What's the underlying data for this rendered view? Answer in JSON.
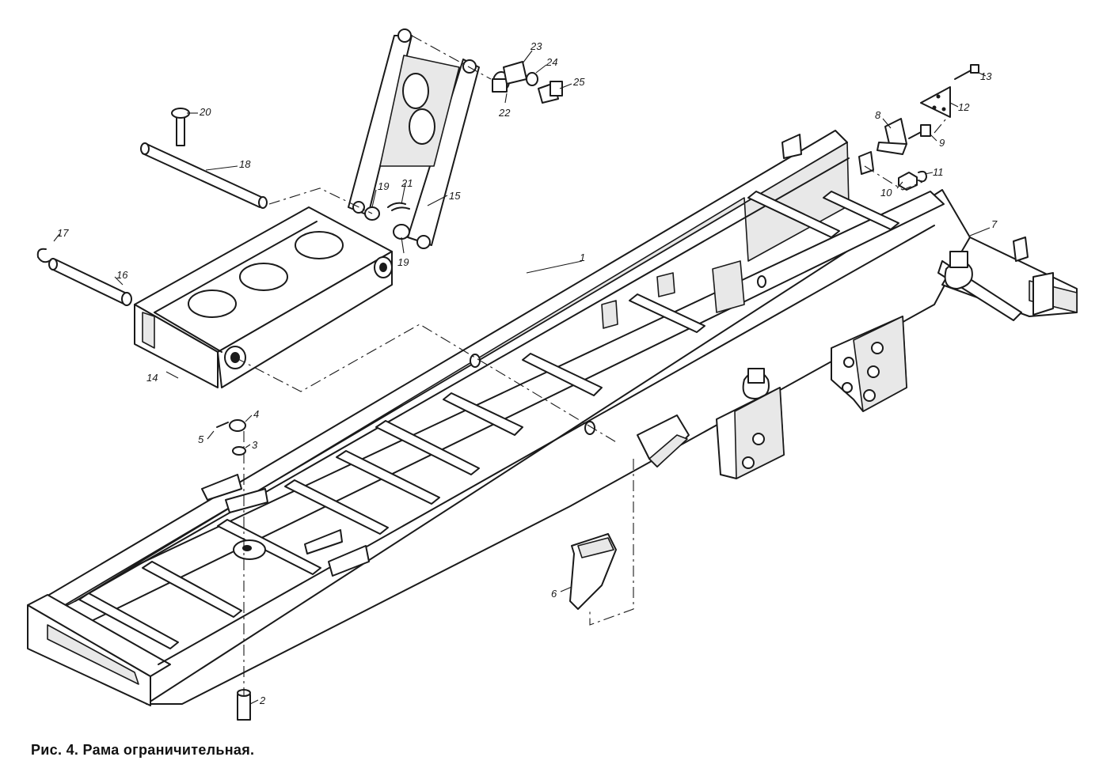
{
  "caption": "Рис. 4. Рама ограничительная.",
  "part_labels": {
    "p1": "1",
    "p2": "2",
    "p3": "3",
    "p4": "4",
    "p5": "5",
    "p6": "6",
    "p7": "7",
    "p8": "8",
    "p9": "9",
    "p10": "10",
    "p11": "11",
    "p12": "12",
    "p13": "13",
    "p14": "14",
    "p15": "15",
    "p16": "16",
    "p17": "17",
    "p18": "18",
    "p19a": "19",
    "p19b": "19",
    "p20": "20",
    "p21": "21",
    "p22": "22",
    "p23": "23",
    "p24": "24",
    "p25": "25"
  }
}
